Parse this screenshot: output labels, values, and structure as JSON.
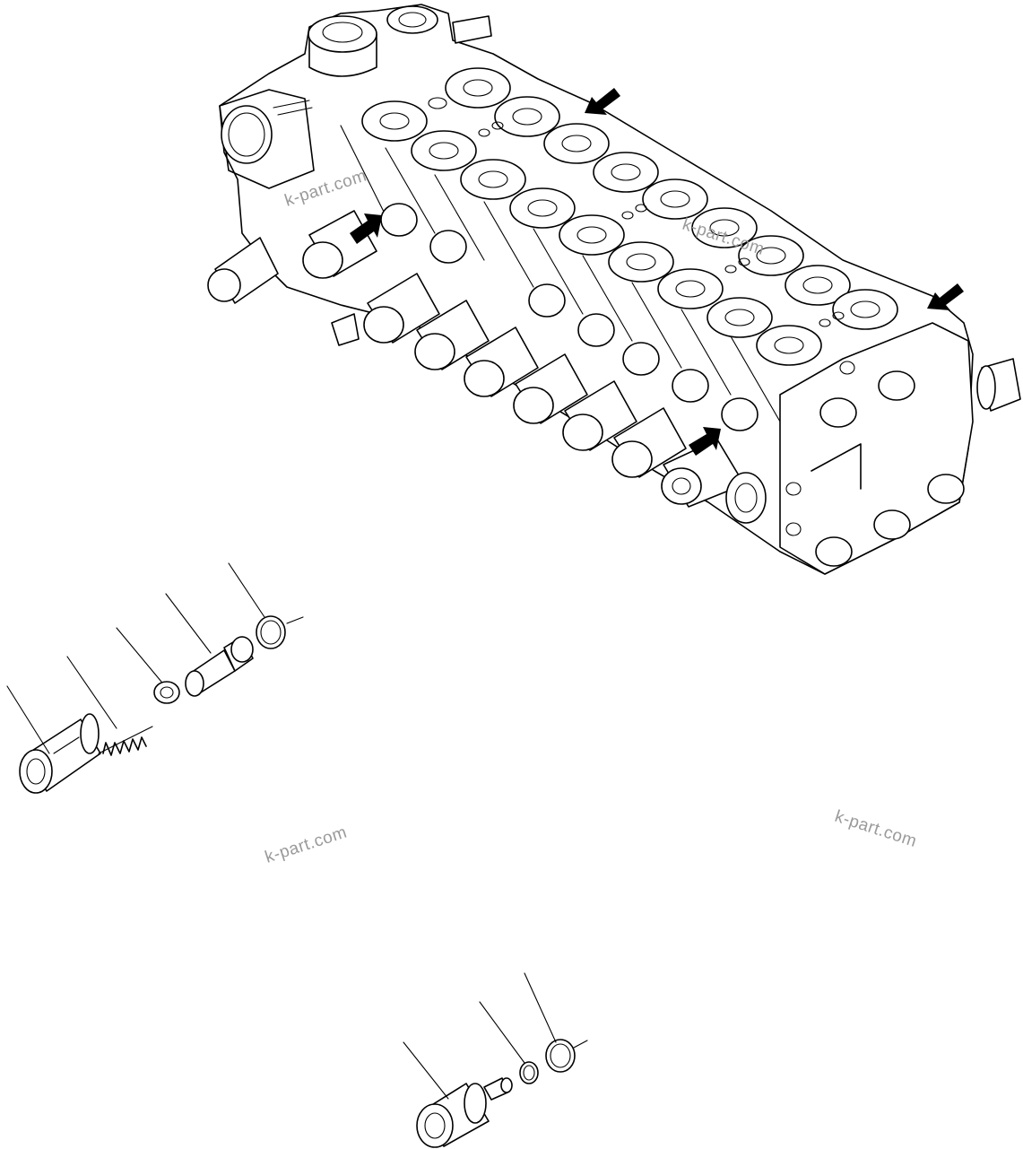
{
  "watermarks": [
    "k-part.com",
    "k-part.com",
    "k-part.com",
    "k-part.com"
  ],
  "icons": {
    "pointer_arrow": "arrow-icon",
    "assembly": "control-valve-icon",
    "relief_valve": "relief-valve-icon",
    "check_valve": "check-valve-icon"
  },
  "colors": {
    "line": "#000000",
    "watermark": "#9a9a9a",
    "background": "#ffffff"
  }
}
